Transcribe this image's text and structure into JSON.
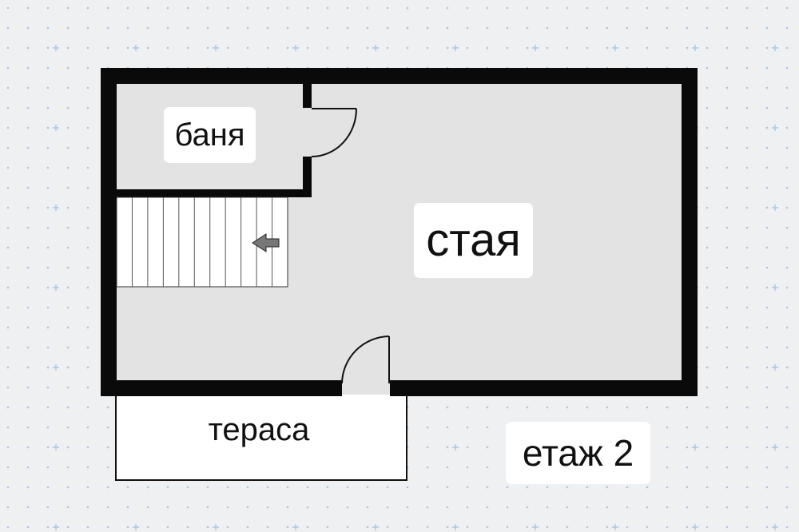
{
  "plan": {
    "rooms": {
      "bathroom": "баня",
      "room": "стая",
      "terrace": "тераса"
    },
    "floor_label": "етаж 2"
  },
  "colors": {
    "background": "#eff0f1",
    "grid_dot": "#a9c6e6",
    "floor_fill": "#e3e3e3",
    "wall": "#0a0a0a",
    "terrace_fill": "#ffffff",
    "label_bg": "#ffffff",
    "arrow": "#777777"
  },
  "stairs": {
    "direction": "left",
    "step_count": 11
  }
}
